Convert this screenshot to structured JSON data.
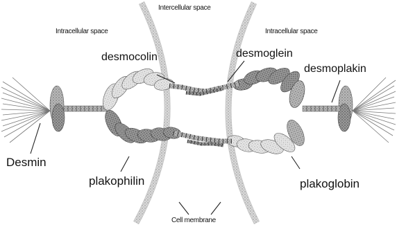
{
  "labels": {
    "intercellular_space": "Intercellular space",
    "intracellular_space_left": "Intracellular space",
    "intracellular_space_right": "Intracellular space",
    "desmocolin": "desmocolin",
    "desmoglein": "desmoglein",
    "desmoplakin": "desmoplakin",
    "desmin": "Desmin",
    "plakophilin": "plakophilin",
    "plakoglobin": "plakoglobin",
    "cell_membrane": "Cell membrane"
  }
}
